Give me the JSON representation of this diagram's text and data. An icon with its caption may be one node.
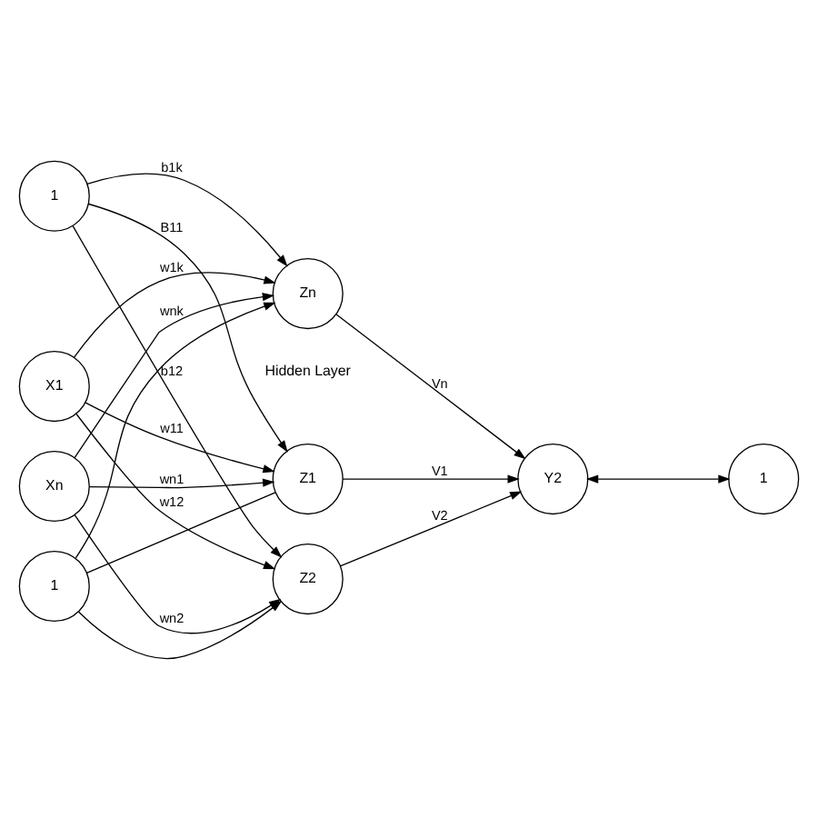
{
  "diagram": {
    "nodes": [
      {
        "text": [
          "1"
        ]
      },
      {
        "text": [
          "1"
        ]
      },
      {
        "text": [
          "X1"
        ]
      },
      {
        "text": [
          "Xn"
        ]
      },
      {
        "text": [
          "Z1"
        ]
      },
      {
        "text": [
          "Z2"
        ]
      },
      {
        "text": [
          "Zn"
        ]
      },
      {
        "text": [
          "Y2"
        ]
      },
      {
        "text": [
          "1"
        ]
      }
    ],
    "edges": [
      {
        "from": 1,
        "to": 4,
        "arrow": "to",
        "label": "B11"
      },
      {
        "from": 1,
        "to": 5,
        "arrow": "to",
        "label": "b12"
      },
      {
        "from": 1,
        "to": 6,
        "arrow": "to",
        "label": "b1k"
      },
      {
        "from": 0,
        "to": 4,
        "arrow": "none"
      },
      {
        "from": 0,
        "to": 5,
        "arrow": "to"
      },
      {
        "from": 0,
        "to": 6,
        "arrow": "to"
      },
      {
        "from": 2,
        "to": 4,
        "arrow": "to",
        "label": "w11"
      },
      {
        "from": 2,
        "to": 5,
        "arrow": "to",
        "label": "w12"
      },
      {
        "from": 2,
        "to": 6,
        "arrow": "to",
        "label": "w1k"
      },
      {
        "from": 3,
        "to": 4,
        "arrow": "to",
        "label": "wn1"
      },
      {
        "from": 3,
        "to": 5,
        "arrow": "to",
        "label": "wn2"
      },
      {
        "from": 3,
        "to": 6,
        "arrow": "to",
        "label": "wnk"
      },
      {
        "from": 4,
        "to": 7,
        "arrow": "to",
        "label": "V1"
      },
      {
        "from": 5,
        "to": 7,
        "arrow": "to",
        "label": "V2"
      },
      {
        "from": 6,
        "to": 7,
        "arrow": "to",
        "label": "Vn"
      },
      {
        "from": 7,
        "to": 8,
        "arrow": "both"
      }
    ],
    "labels": [
      "Hidden Layer"
    ]
  }
}
